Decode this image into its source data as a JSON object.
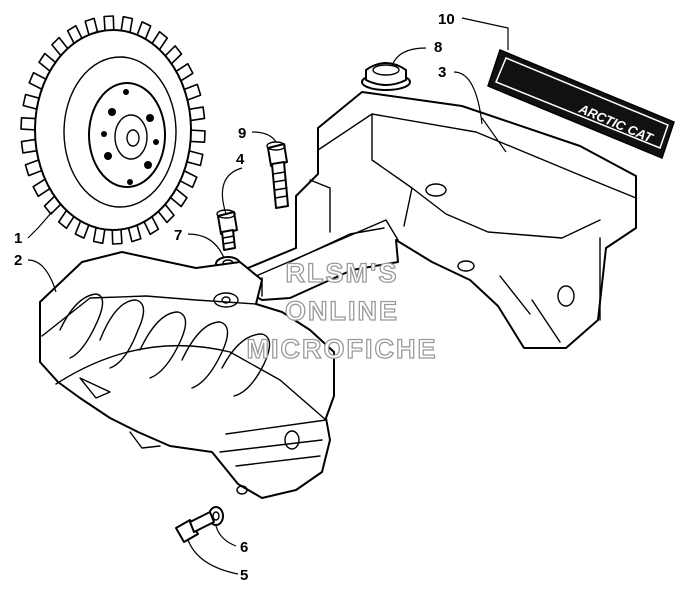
{
  "watermark": {
    "line1": "RLSM'S",
    "line2": "ONLINE",
    "line3": "MICROFICHE"
  },
  "callouts": [
    {
      "id": "1",
      "label": "1"
    },
    {
      "id": "2",
      "label": "2"
    },
    {
      "id": "3",
      "label": "3"
    },
    {
      "id": "4",
      "label": "4"
    },
    {
      "id": "5",
      "label": "5"
    },
    {
      "id": "6",
      "label": "6"
    },
    {
      "id": "7",
      "label": "7"
    },
    {
      "id": "8",
      "label": "8"
    },
    {
      "id": "9",
      "label": "9"
    },
    {
      "id": "10",
      "label": "10"
    }
  ],
  "decal": {
    "text": "ARCTIC CAT"
  }
}
